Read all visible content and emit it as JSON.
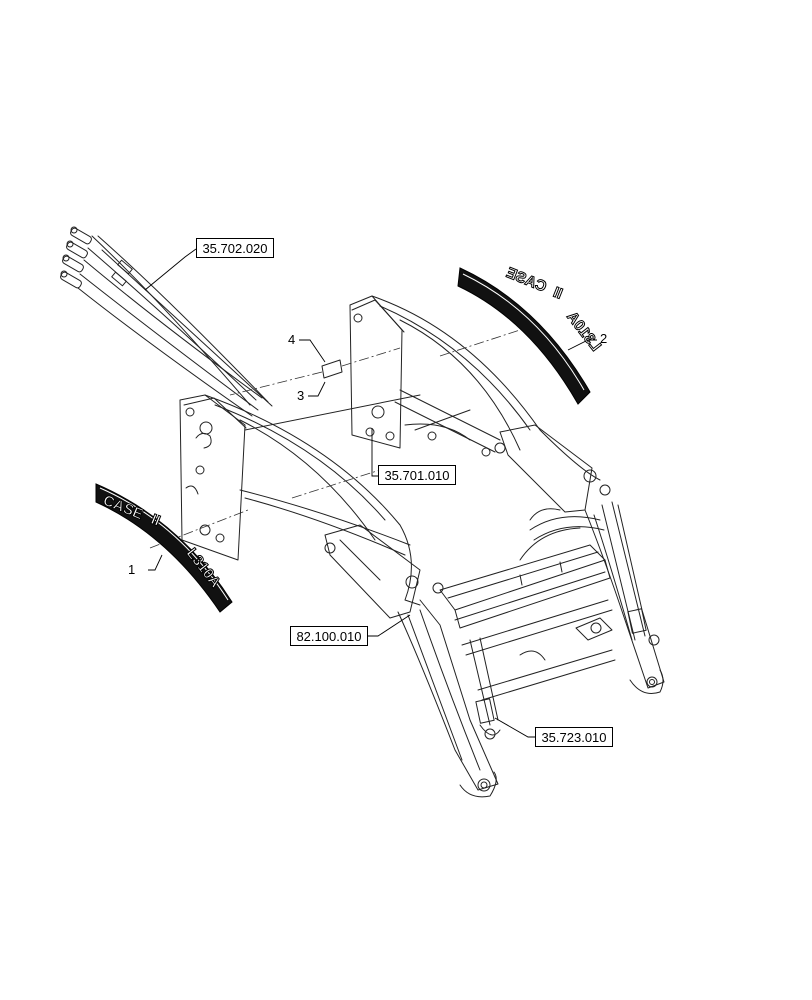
{
  "references": {
    "hoses": "35.702.020",
    "crossmember": "35.701.010",
    "frame": "82.100.010",
    "cylinder": "35.723.010"
  },
  "callouts": {
    "decal_left": "1",
    "decal_right": "2",
    "bolt": "3",
    "plate": "4"
  },
  "decals": {
    "brand": "CASE",
    "brand_suffix": "II",
    "model": "L310A"
  }
}
